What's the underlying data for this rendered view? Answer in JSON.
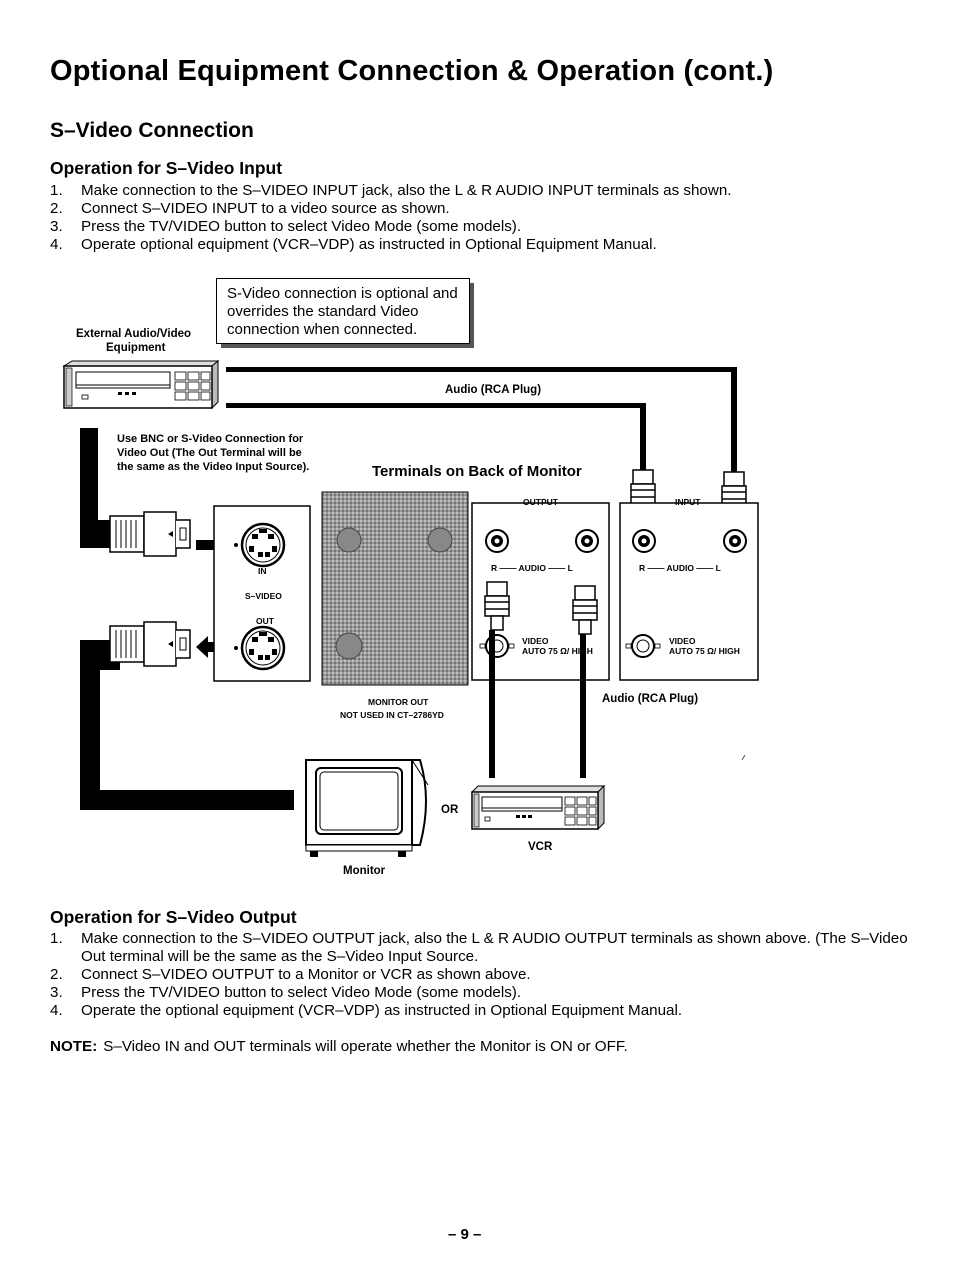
{
  "title": "Optional Equipment Connection & Operation (cont.)",
  "section": "S–Video Connection",
  "input_heading": "Operation for S–Video Input",
  "input_steps": [
    {
      "num": "1.",
      "text": "Make connection to the S–VIDEO INPUT jack, also the L & R AUDIO INPUT terminals as shown."
    },
    {
      "num": "2.",
      "text": "Connect S–VIDEO INPUT to a video source as shown."
    },
    {
      "num": "3.",
      "text": "Press the TV/VIDEO button to select Video Mode (some models)."
    },
    {
      "num": "4.",
      "text": "Operate optional equipment (VCR–VDP) as instructed in Optional Equipment Manual."
    }
  ],
  "diagram": {
    "callout": "S-Video connection is optional and overrides the standard Video connection when connected.",
    "external_equipment": [
      "External Audio/Video",
      "Equipment"
    ],
    "audio_rca_top": "Audio (RCA Plug)",
    "bnc_note": [
      "Use BNC or S-Video Connection for",
      "Video Out (The Out Terminal will be",
      "the same as the Video Input Source)."
    ],
    "terminals_label": "Terminals on Back of Monitor",
    "in_label": "IN",
    "svideo_label": "S–VIDEO",
    "out_label": "OUT",
    "output_label": "OUTPUT",
    "input_label": "INPUT",
    "audio_rl": "R —— AUDIO —— L",
    "video_label": "VIDEO",
    "auto_label": "AUTO 75 Ω/ HIGH",
    "monitor_out_label": "MONITOR OUT",
    "not_used_label": "NOT USED IN CT–2786YD",
    "audio_rca_bottom": "Audio (RCA Plug)",
    "or_label": "OR",
    "vcr_label": "VCR",
    "monitor_label": "Monitor"
  },
  "output_heading": "Operation for S–Video Output",
  "output_steps": [
    {
      "num": "1.",
      "text": "Make connection to the S–VIDEO OUTPUT jack, also the L & R AUDIO OUTPUT terminals as shown above. (The S–Video Out terminal will be the same as the S–Video Input Source."
    },
    {
      "num": "2.",
      "text": "Connect S–VIDEO OUTPUT to a Monitor or VCR as shown above."
    },
    {
      "num": "3.",
      "text": "Press the TV/VIDEO button to select Video Mode (some models)."
    },
    {
      "num": "4.",
      "text": "Operate the optional equipment (VCR–VDP) as instructed in Optional Equipment Manual."
    }
  ],
  "note_label": "NOTE:",
  "note_text": "S–Video IN and OUT terminals will operate whether the Monitor is ON or OFF.",
  "page_number": "– 9 –"
}
